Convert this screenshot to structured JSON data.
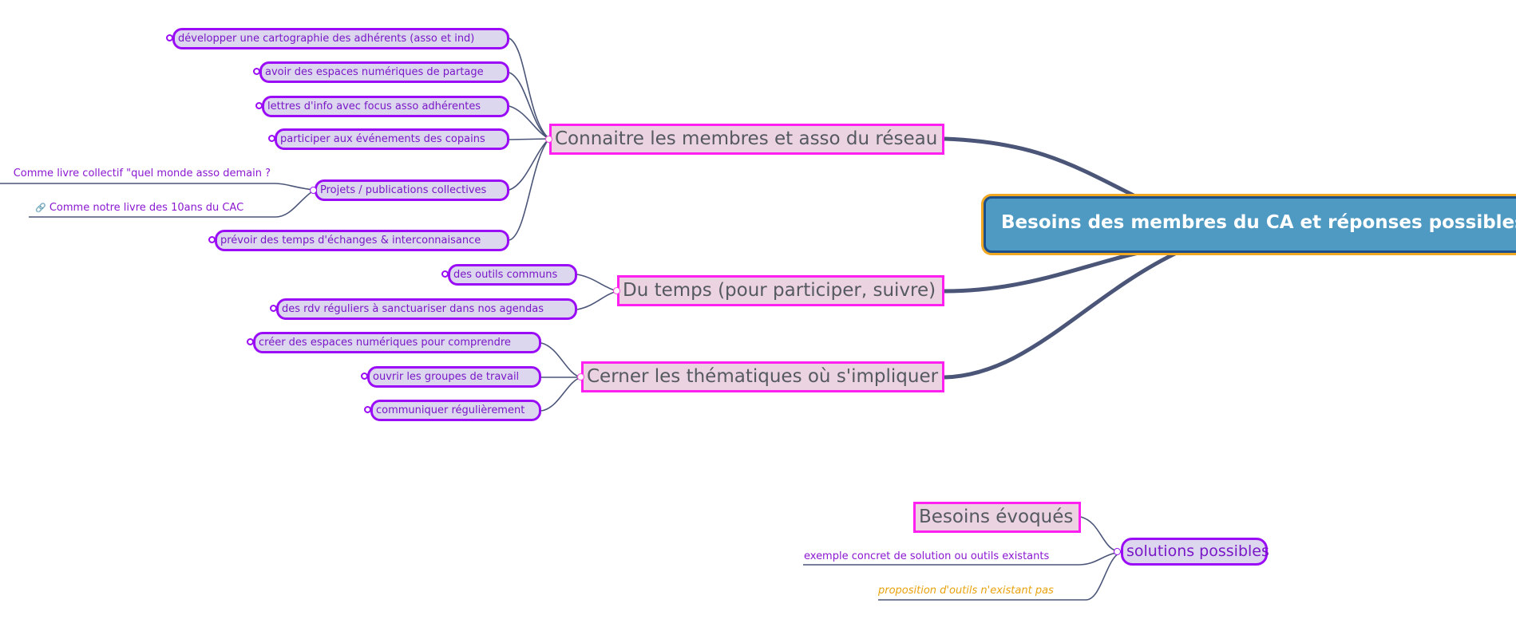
{
  "root": {
    "label": "Besoins des membres du CA et réponses possibles"
  },
  "branches": [
    {
      "label": "Connaitre les membres et asso du réseau",
      "children": [
        {
          "label": "développer une cartographie des adhérents (asso et ind)"
        },
        {
          "label": "avoir des espaces numériques de partage"
        },
        {
          "label": "lettres d'info avec focus asso adhérentes"
        },
        {
          "label": "participer aux événements des copains"
        },
        {
          "label": "Projets / publications collectives",
          "children": [
            {
              "label": "Comme livre collectif \"quel monde asso demain ?"
            },
            {
              "label": "Comme notre livre des 10ans du CAC",
              "icon": "link-icon"
            }
          ]
        },
        {
          "label": "prévoir des temps d'échanges & interconnaisance"
        }
      ]
    },
    {
      "label": "Du temps (pour participer, suivre)",
      "children": [
        {
          "label": "des outils communs"
        },
        {
          "label": "des rdv réguliers à sanctuariser dans nos agendas"
        }
      ]
    },
    {
      "label": "Cerner les thématiques où s'impliquer",
      "children": [
        {
          "label": "créer des espaces numériques pour comprendre"
        },
        {
          "label": "ouvrir les groupes de travail"
        },
        {
          "label": "communiquer régulièrement"
        }
      ]
    }
  ],
  "legend": {
    "needs": "Besoins évoqués",
    "solutions": "solutions possibles",
    "existing": "exemple concret de solution ou outils existants",
    "nonexisting": "proposition d'outils n'existant pas"
  },
  "colors": {
    "edge": "#4a5578",
    "main_border": "#ff1ff0",
    "leaf_border": "#9a0cf6",
    "root_fill": "#4f9ac2",
    "root_glow": "#f0a823"
  }
}
